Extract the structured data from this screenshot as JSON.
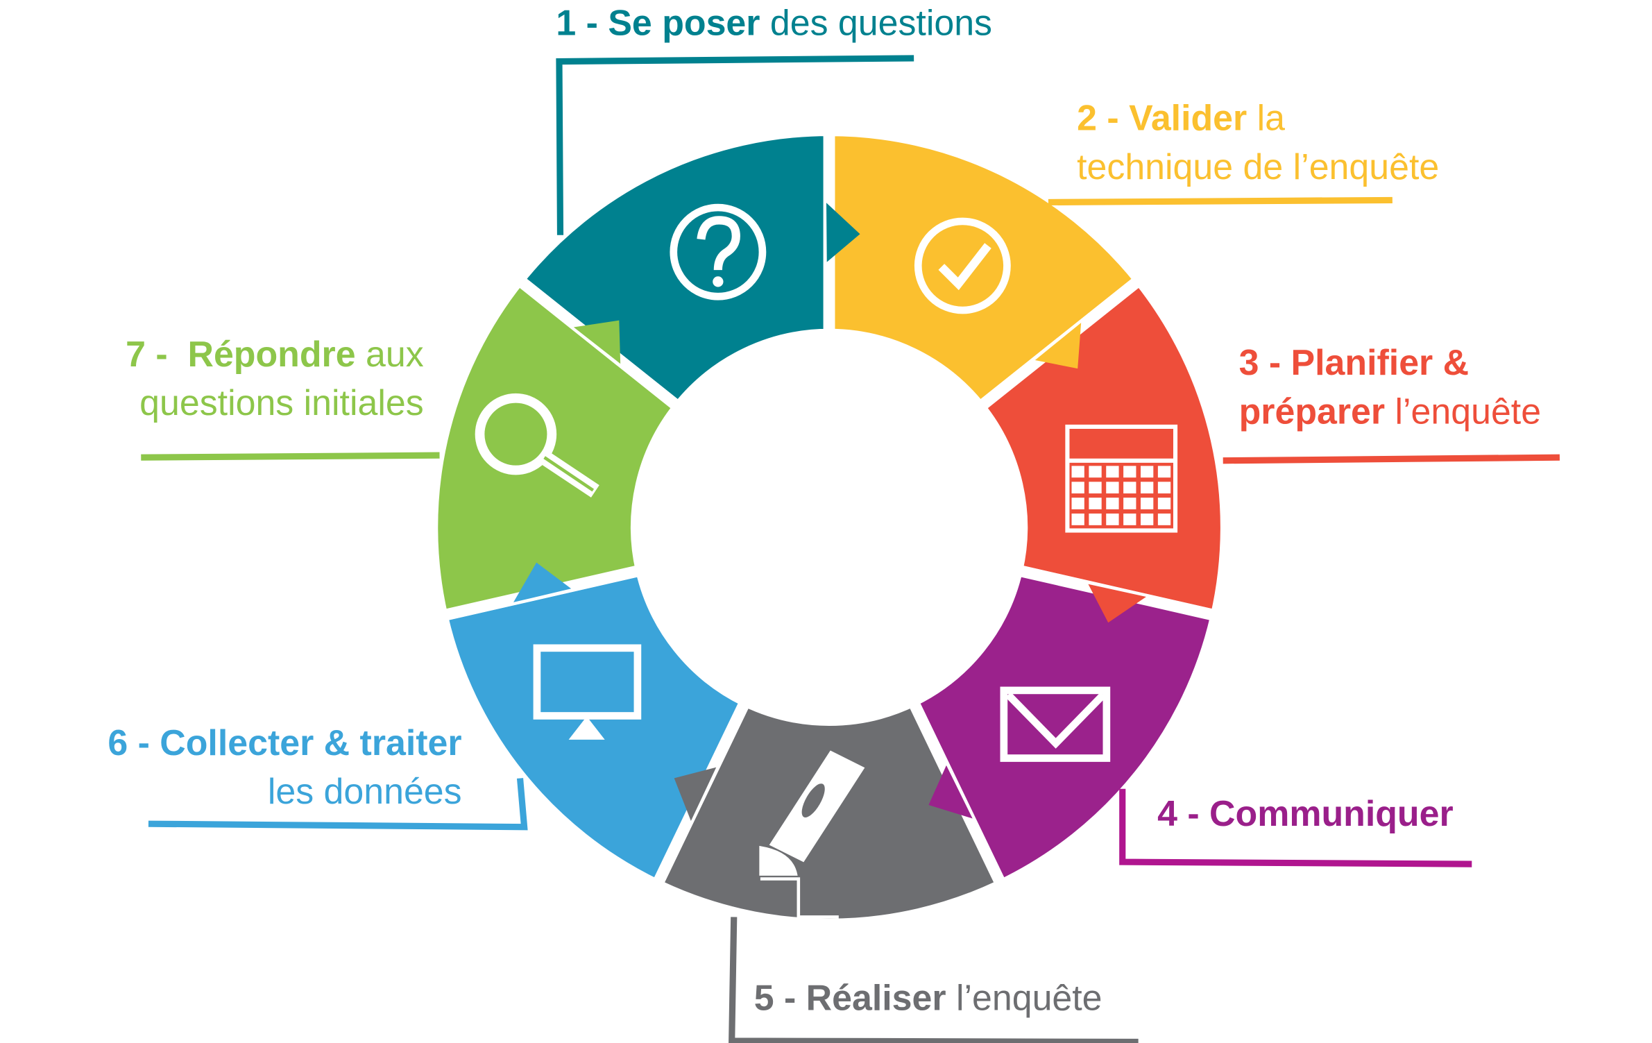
{
  "title": "Cycle de l'enquête",
  "colors": {
    "step1": "#00818F",
    "step2": "#FBC02F",
    "step3": "#EE4E3A",
    "step4": "#9B228C",
    "step5": "#6D6E71",
    "step6": "#3BA4DA",
    "step7": "#8DC64A",
    "step4_line": "#B0158F"
  },
  "steps": [
    {
      "icon": "question-circle-icon",
      "lines": [
        {
          "bold": "1 - Se poser",
          "normal": " des questions"
        }
      ]
    },
    {
      "icon": "check-circle-icon",
      "lines": [
        {
          "bold": "2 - Valider",
          "normal": " la"
        },
        {
          "bold": "",
          "normal": "technique de l’enquête"
        }
      ]
    },
    {
      "icon": "calendar-icon",
      "lines": [
        {
          "bold": "3 - Planifier &",
          "normal": ""
        },
        {
          "bold": "préparer",
          "normal": " l’enquête"
        }
      ]
    },
    {
      "icon": "envelope-icon",
      "lines": [
        {
          "bold": "4 - Communiquer",
          "normal": ""
        }
      ]
    },
    {
      "icon": "pen-icon",
      "lines": [
        {
          "bold": "5 - Réaliser",
          "normal": " l’enquête"
        }
      ]
    },
    {
      "icon": "monitor-icon",
      "lines": [
        {
          "bold": "6 - Collecter & traiter",
          "normal": ""
        },
        {
          "bold": "",
          "normal": "les données"
        }
      ]
    },
    {
      "icon": "magnifier-icon",
      "lines": [
        {
          "bold": "7 -  Répondre",
          "normal": " aux"
        },
        {
          "bold": "",
          "normal": "questions initiales"
        }
      ]
    }
  ]
}
